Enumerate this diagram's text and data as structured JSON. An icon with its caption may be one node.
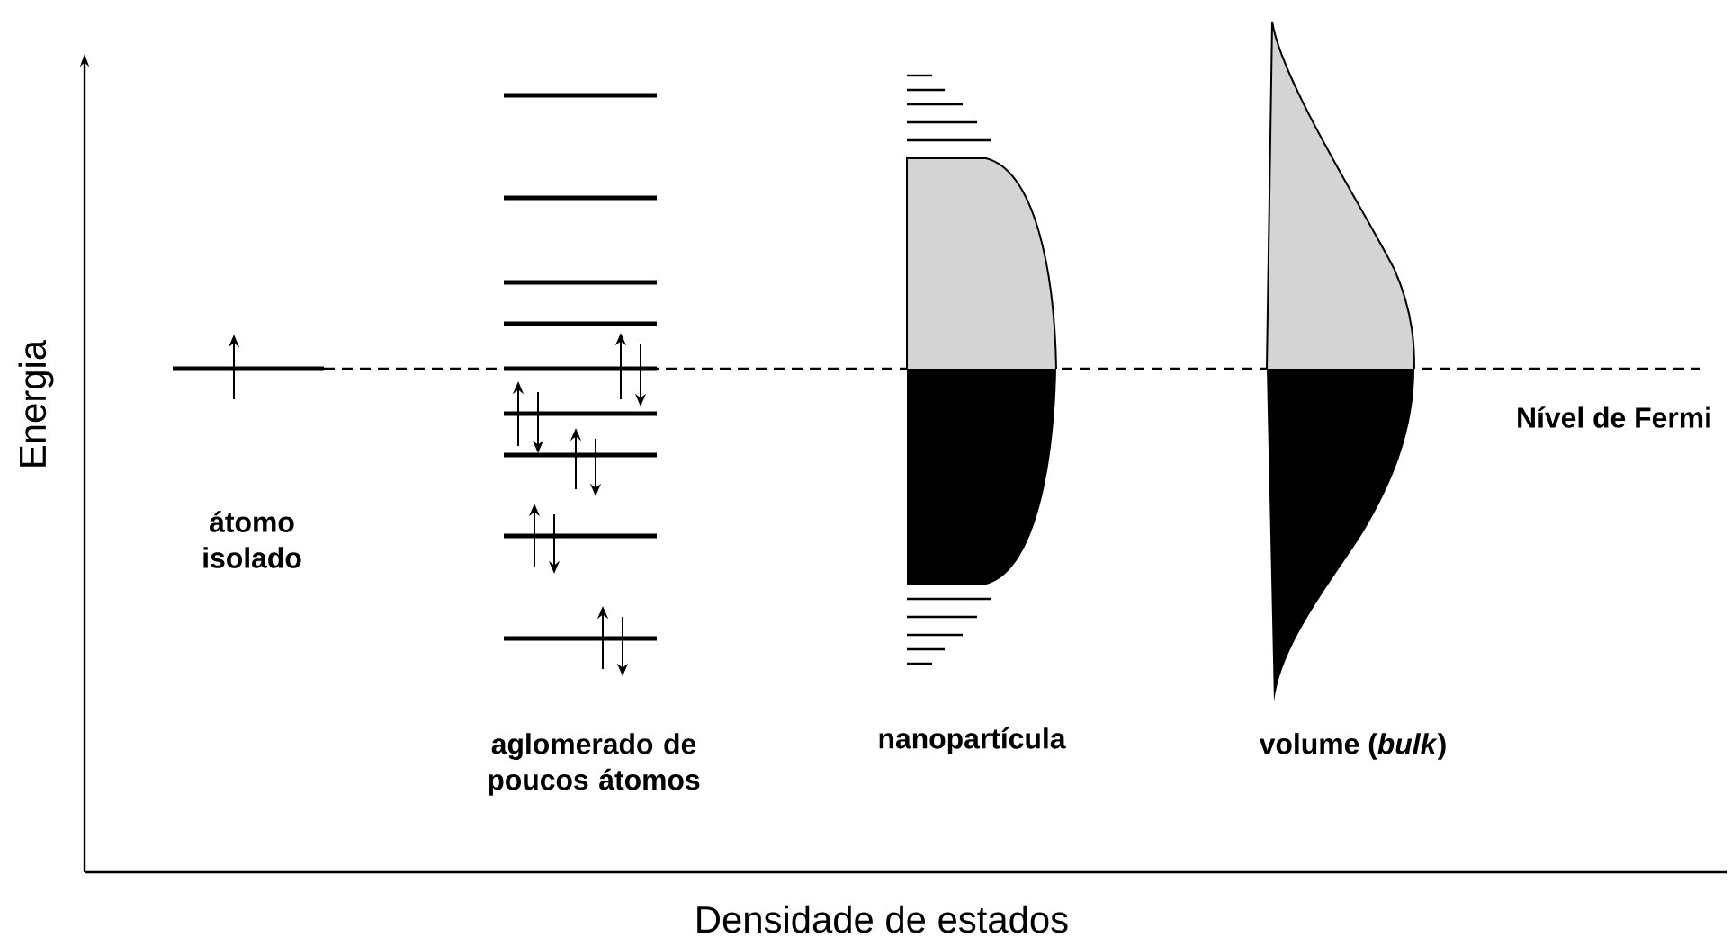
{
  "diagram": {
    "labels": [
      "Energia",
      "átomo isolado",
      "aglomerado de poucos átomos",
      "nanopartícula",
      "volume (*bulk*)",
      "Nível de Fermi",
      "Densidade de estados"
    ]
  }
}
